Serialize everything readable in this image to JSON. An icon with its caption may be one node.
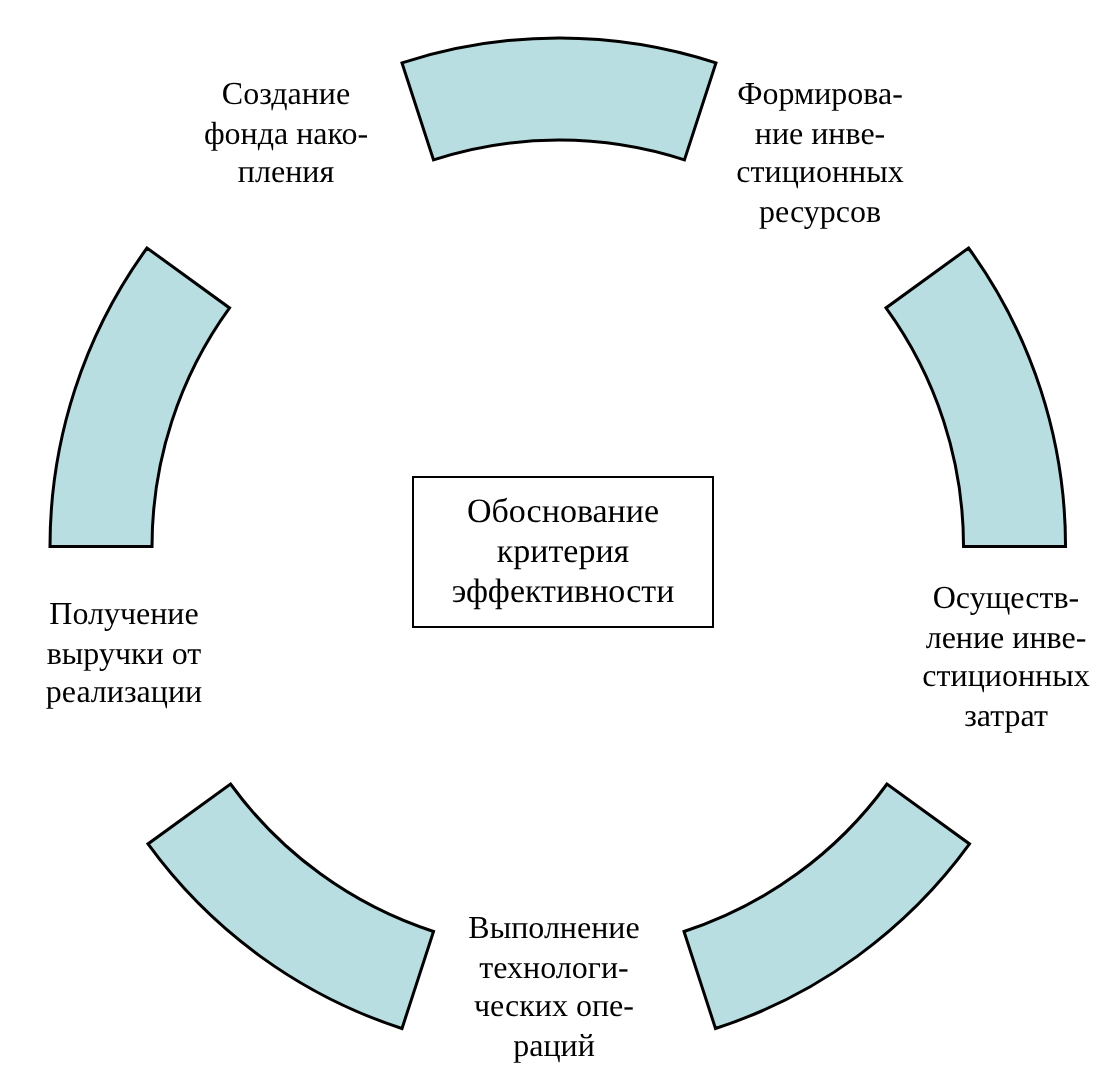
{
  "diagram": {
    "nodes": [
      {
        "text": [],
        "shape": "arc"
      },
      {
        "text": [],
        "shape": "arc"
      },
      {
        "text": [],
        "shape": "arc"
      },
      {
        "text": [
          "Обоснование критерия эффективности"
        ]
      },
      {
        "text": [],
        "shape": "arc"
      },
      {
        "text": [],
        "shape": "arc"
      }
    ],
    "labels": [
      "Создание фонда нако-пления",
      "Формирова-ние инве-стиционных ресурсов",
      "Получение выручки от реализации",
      "Осуществ-ление инве-стиционных затрат",
      "Выполнение технологи-ческих опе-раций"
    ]
  }
}
